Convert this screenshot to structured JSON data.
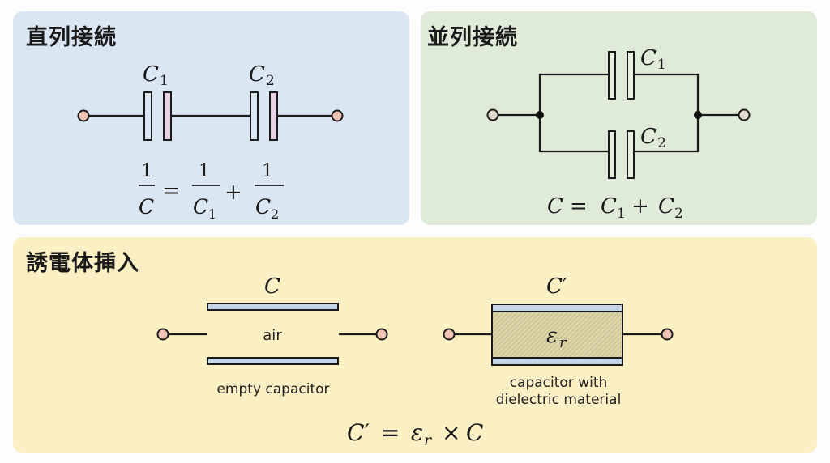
{
  "series": {
    "title": "直列接続",
    "labels": {
      "c1": "C",
      "c1_sub": "1",
      "c2": "C",
      "c2_sub": "2"
    },
    "formula": {
      "lhs_num": "1",
      "lhs_den": "C",
      "equals": "=",
      "t1_num": "1",
      "t1_den": "C",
      "t1_sub": "1",
      "plus": "+",
      "t2_num": "1",
      "t2_den": "C",
      "t2_sub": "2"
    }
  },
  "parallel": {
    "title": "並列接続",
    "labels": {
      "c1": "C",
      "c1_sub": "1",
      "c2": "C",
      "c2_sub": "2"
    },
    "formula": {
      "lhs": "C",
      "equals": "=",
      "t1": "C",
      "t1_sub": "1",
      "plus": "+",
      "t2": "C",
      "t2_sub": "2"
    }
  },
  "dielectric": {
    "title": "誘電体挿入",
    "empty": {
      "label": "C",
      "gap_text": "air",
      "caption": "empty capacitor"
    },
    "filled": {
      "label": "C′",
      "material_symbol": "ε",
      "material_sub": "r",
      "caption_line1": "capacitor with",
      "caption_line2": "dielectric material"
    },
    "formula": {
      "lhs": "C′",
      "equals": "=",
      "eps": "ε",
      "eps_sub": "r",
      "times": "×",
      "rhs": "C"
    }
  },
  "colors": {
    "series_bg": "#dbe6f3",
    "parallel_bg": "#dfead8",
    "dielectric_bg": "#fbefc4",
    "terminal_pink": "#f2c4b4",
    "terminal_gray": "#e0d8cc",
    "plate_blue": "#dde6f5",
    "plate_pink": "#e8d2e6",
    "plate_steel": "#c5d4e6",
    "dielectric_fill": "#d9d3a6"
  }
}
